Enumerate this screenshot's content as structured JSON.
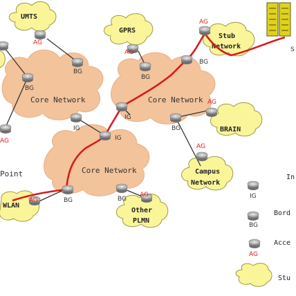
{
  "clouds": {
    "umts": "UMTS",
    "gprs": "GPRS",
    "stub_network_line1": "Stub",
    "stub_network_line2": "Network",
    "brain": "BRAIN",
    "campus_network_line1": "Campus",
    "campus_network_line2": "Network",
    "other_plmn_line1": "Other",
    "other_plmn_line2": "PLMN",
    "wlan": "WLAN"
  },
  "core_networks": {
    "left": "Core Network",
    "right": "Core Network",
    "bottom": "Core Network"
  },
  "gateway_labels": {
    "ag": "AG",
    "bg": "BG",
    "ig": "IG"
  },
  "partial_text": {
    "point": "Point"
  },
  "legend": {
    "ig_text": "In",
    "bg_text": "Bord",
    "ag_text": "Acce",
    "stub_text": "Stu",
    "ig_tag": "IG",
    "bg_tag": "BG",
    "ag_tag": "AG"
  },
  "colors": {
    "cloud_yellow": "#fbf59a",
    "cloud_outline": "#9a9a40",
    "core_orange": "#f3c39b",
    "path_red": "#d91a1a",
    "ag_red": "#e0201c",
    "router_gray": "#8a8a8a",
    "server_yellow": "#e0d21a"
  }
}
